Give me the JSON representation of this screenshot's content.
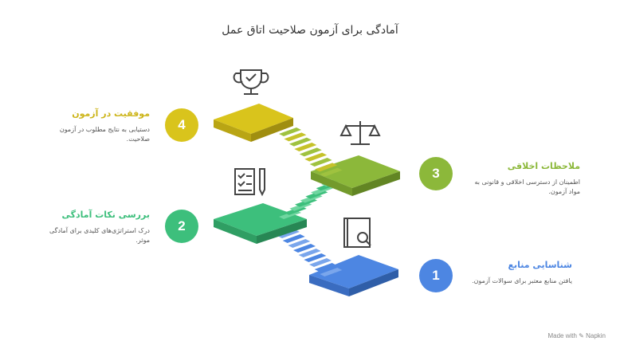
{
  "title": "آمادگی برای آزمون صلاحیت اتاق عمل",
  "steps": [
    {
      "number": "1",
      "heading": "شناسایی منابع",
      "description": "یافتن منابع معتبر برای سوالات آزمون.",
      "color": "#4d86e2",
      "icon": "book-search-icon"
    },
    {
      "number": "2",
      "heading": "بررسی نکات آمادگی",
      "description": "درک استراتژی‌های کلیدی برای آمادگی موثر.",
      "color": "#3dbf7c",
      "icon": "checklist-pen-icon"
    },
    {
      "number": "3",
      "heading": "ملاحظات اخلاقی",
      "description": "اطمینان از دسترسی اخلاقی و قانونی به مواد آزمون.",
      "color": "#8cb83a",
      "icon": "scales-icon"
    },
    {
      "number": "4",
      "heading": "موفقیت در آزمون",
      "description": "دستیابی به نتایج مطلوب در آزمون صلاحیت.",
      "color": "#d9c41c",
      "icon": "trophy-icon"
    }
  ],
  "footer": "Made with ✎ Napkin"
}
